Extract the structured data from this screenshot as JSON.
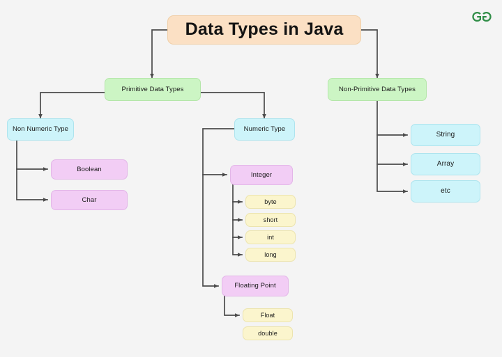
{
  "diagram": {
    "title": "Data Types in Java",
    "background_color": "#f4f4f4",
    "edge_color": "#4b4b4b",
    "logo": {
      "name": "geeksforgeeks-logo",
      "color": "#2f8d46"
    },
    "nodes": {
      "title": {
        "label": "Data Types in Java",
        "color": "#fbe0c4"
      },
      "primitive": {
        "label": "Primitive Data Types",
        "color": "#ccf5c4"
      },
      "non_primitive": {
        "label": "Non-Primitive Data Types",
        "color": "#ccf5c4"
      },
      "non_numeric": {
        "label": "Non Numeric Type",
        "color": "#cdf4fa"
      },
      "numeric": {
        "label": "Numeric Type",
        "color": "#cdf4fa"
      },
      "boolean": {
        "label": "Boolean",
        "color": "#f2cdf5"
      },
      "char": {
        "label": "Char",
        "color": "#f2cdf5"
      },
      "integer": {
        "label": "Integer",
        "color": "#f2cdf5"
      },
      "floating_point": {
        "label": "Floating Point",
        "color": "#f2cdf5"
      },
      "byte": {
        "label": "byte",
        "color": "#fbf5cd"
      },
      "short": {
        "label": "short",
        "color": "#fbf5cd"
      },
      "int": {
        "label": "int",
        "color": "#fbf5cd"
      },
      "long": {
        "label": "long",
        "color": "#fbf5cd"
      },
      "float": {
        "label": "Float",
        "color": "#fbf5cd"
      },
      "double": {
        "label": "double",
        "color": "#fbf5cd"
      },
      "string": {
        "label": "String",
        "color": "#cdf4fa"
      },
      "array": {
        "label": "Array",
        "color": "#cdf4fa"
      },
      "etc": {
        "label": "etc",
        "color": "#cdf4fa"
      }
    }
  }
}
